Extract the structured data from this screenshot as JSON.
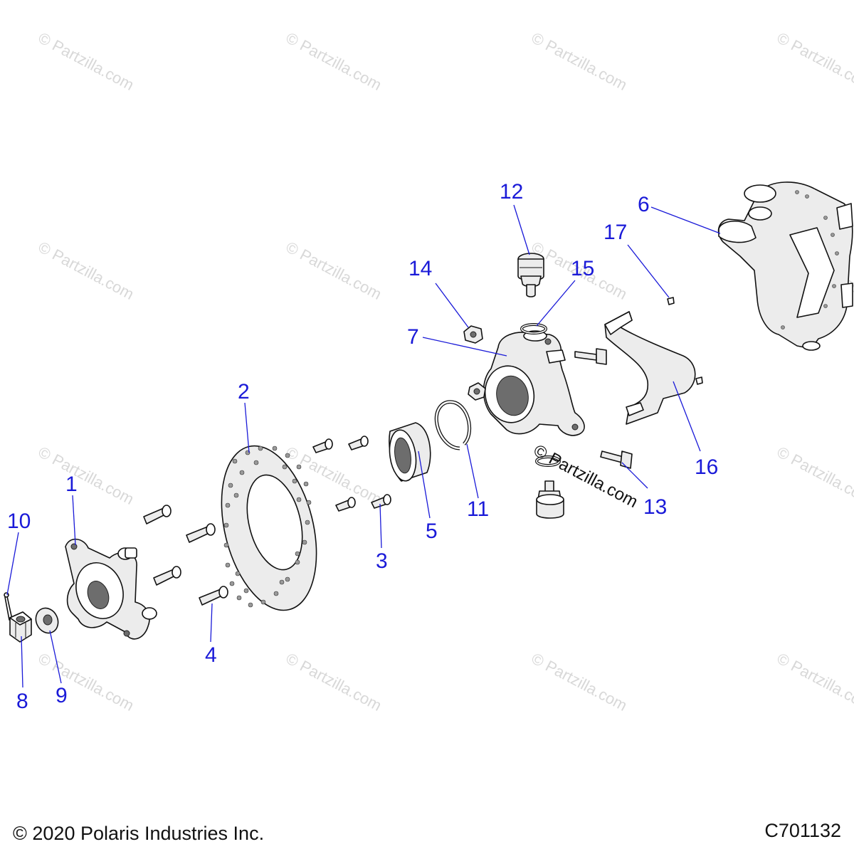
{
  "watermark": {
    "text": "© Partzilla.com"
  },
  "callouts": [
    {
      "n": "1"
    },
    {
      "n": "2"
    },
    {
      "n": "3"
    },
    {
      "n": "4"
    },
    {
      "n": "5"
    },
    {
      "n": "6"
    },
    {
      "n": "7"
    },
    {
      "n": "8"
    },
    {
      "n": "9"
    },
    {
      "n": "10"
    },
    {
      "n": "11"
    },
    {
      "n": "12"
    },
    {
      "n": "13"
    },
    {
      "n": "14"
    },
    {
      "n": "15"
    },
    {
      "n": "16"
    },
    {
      "n": "17"
    }
  ],
  "footer": {
    "copyright": "© 2020 Polaris Industries Inc.",
    "diagram_id": "C701132"
  },
  "colors": {
    "callout": "#1a1ad8",
    "line": "#111111",
    "watermark": "#d8d8d8"
  }
}
